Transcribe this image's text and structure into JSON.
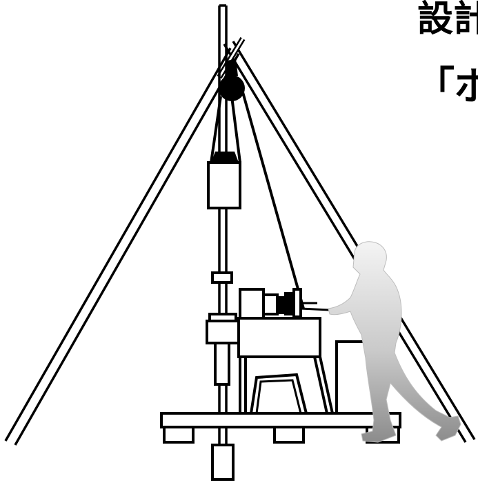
{
  "heading": {
    "line1": "設計",
    "line2": "「ボ"
  },
  "colors": {
    "line": "#000000",
    "fill": "#ffffff",
    "worker_light": "#f2f2f2",
    "worker_dark": "#8f8f8f"
  },
  "icons": [
    "tripod-frame",
    "pulley-wheel",
    "drop-hammer",
    "drill-rod",
    "engine-winch",
    "drill-platform",
    "worker-silhouette"
  ]
}
